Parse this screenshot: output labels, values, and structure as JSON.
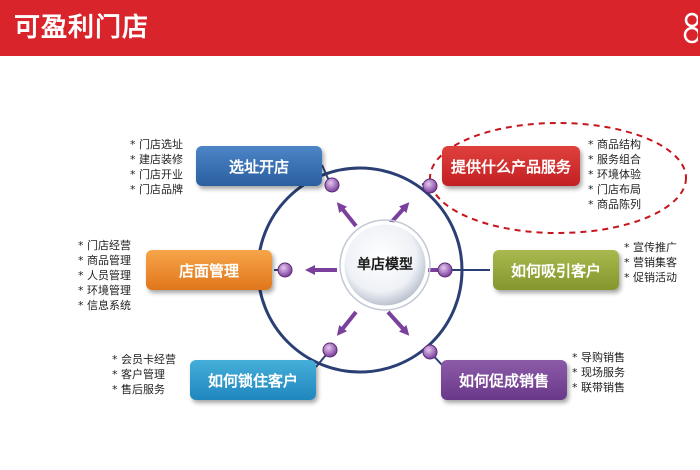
{
  "header": {
    "title": "可盈利门店"
  },
  "diagram": {
    "center": "单店模型",
    "nodes": {
      "site_selection": {
        "label": "选址开店",
        "items": [
          "门店选址",
          "建店装修",
          "门店开业",
          "门店品牌"
        ]
      },
      "store_management": {
        "label": "店面管理",
        "items": [
          "门店经营",
          "商品管理",
          "人员管理",
          "环境管理",
          "信息系统"
        ]
      },
      "retain_customers": {
        "label": "如何锁住客户",
        "items": [
          "会员卡经营",
          "客户管理",
          "售后服务"
        ]
      },
      "products_services": {
        "label": "提供什么产品服务",
        "items": [
          "商品结构",
          "服务组合",
          "环境体验",
          "门店布局",
          "商品陈列"
        ]
      },
      "attract_customers": {
        "label": "如何吸引客户",
        "items": [
          "宣传推广",
          "营销集客",
          "促销活动"
        ]
      },
      "promote_sales": {
        "label": "如何促成销售",
        "items": [
          "导购销售",
          "现场服务",
          "联带销售"
        ]
      }
    }
  },
  "colors": {
    "header": "#d8242a",
    "ring": "#2b3f75",
    "arrow": "#7b3f9c",
    "dashed_ellipse": "#c4161c"
  }
}
